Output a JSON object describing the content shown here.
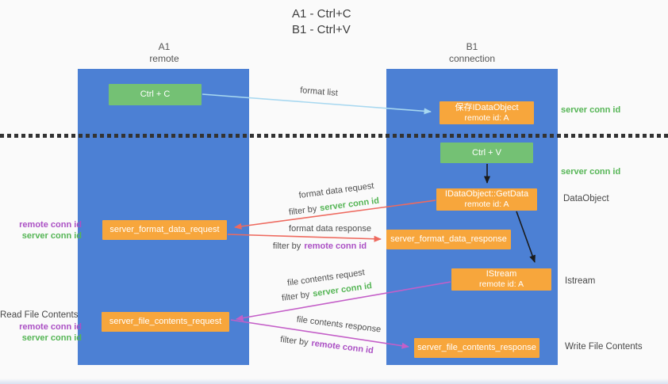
{
  "title": {
    "line1": "A1 - Ctrl+C",
    "line2": "B1 - Ctrl+V"
  },
  "lifelines": {
    "left": {
      "name": "A1",
      "role": "remote"
    },
    "right": {
      "name": "B1",
      "role": "connection"
    }
  },
  "nodes": {
    "ctrl_c": {
      "label": "Ctrl + C"
    },
    "ctrl_v": {
      "label": "Ctrl + V"
    },
    "save_idataobject": {
      "line1": "保存IDataObject",
      "line2": "remote id: A"
    },
    "getdata": {
      "line1": "IDataObject::GetData",
      "line2": "remote id: A"
    },
    "istream": {
      "line1": "IStream",
      "line2": "remote id: A"
    },
    "format_data_request": {
      "label": "server_format_data_request"
    },
    "format_data_response": {
      "label": "server_format_data_response"
    },
    "file_contents_request": {
      "label": "server_file_contents_request"
    },
    "file_contents_response": {
      "label": "server_file_contents_response"
    }
  },
  "flows": {
    "format_list": {
      "label": "format list"
    },
    "format_data_request": {
      "label": "format data request",
      "filter_prefix": "filter by",
      "filter_value": "server conn id"
    },
    "format_data_response": {
      "label": "format data response",
      "filter_prefix": "filter by",
      "filter_value": "remote conn id"
    },
    "file_contents_request": {
      "label": "file contents request",
      "filter_prefix": "filter by",
      "filter_value": "server conn id"
    },
    "file_contents_response": {
      "label": "file contents response",
      "filter_prefix": "filter by",
      "filter_value": "remote conn id"
    }
  },
  "annotations": {
    "server_conn_id_top": "server conn id",
    "server_conn_id_mid": "server conn id",
    "dataobject": "DataObject",
    "istream": "Istream",
    "read_file_contents": "Read File Contents",
    "write_file_contents": "Write File Contents",
    "format_pair": {
      "remote": "remote conn id",
      "server": "server conn id"
    },
    "file_pair": {
      "remote": "remote conn id",
      "server": "server conn id"
    }
  },
  "colors": {
    "column_blue": "#4c80d4",
    "node_green": "#74c174",
    "node_orange": "#f7a63c",
    "text_green": "#55b555",
    "text_purple": "#ab50c4",
    "arrow_red": "#ee6a5f",
    "arrow_purple": "#c45fc8",
    "arrow_blue": "#a8d8f0",
    "arrow_black": "#1a1a1a"
  }
}
